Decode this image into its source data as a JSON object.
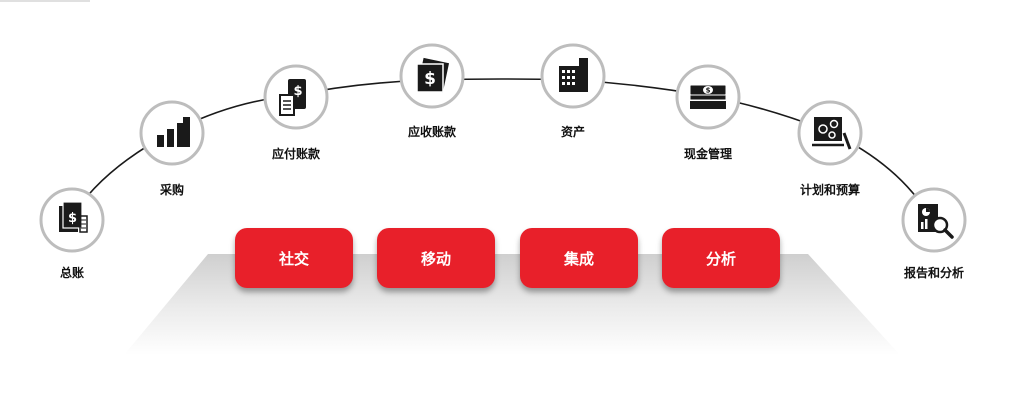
{
  "colors": {
    "accent": "#e8202a",
    "icon": "#1a1a1a",
    "ring": "#bdbdbd",
    "arc": "#1a1a1a"
  },
  "nodes": [
    {
      "label": "总账",
      "icon": "ledger-icon"
    },
    {
      "label": "采购",
      "icon": "bar-chart-icon"
    },
    {
      "label": "应付账款",
      "icon": "payable-icon"
    },
    {
      "label": "应收账款",
      "icon": "receivable-icon"
    },
    {
      "label": "资产",
      "icon": "building-icon"
    },
    {
      "label": "现金管理",
      "icon": "cash-stack-icon"
    },
    {
      "label": "计划和预算",
      "icon": "planning-icon"
    },
    {
      "label": "报告和分析",
      "icon": "report-magnifier-icon"
    }
  ],
  "pillars": [
    {
      "label": "社交"
    },
    {
      "label": "移动"
    },
    {
      "label": "集成"
    },
    {
      "label": "分析"
    }
  ]
}
